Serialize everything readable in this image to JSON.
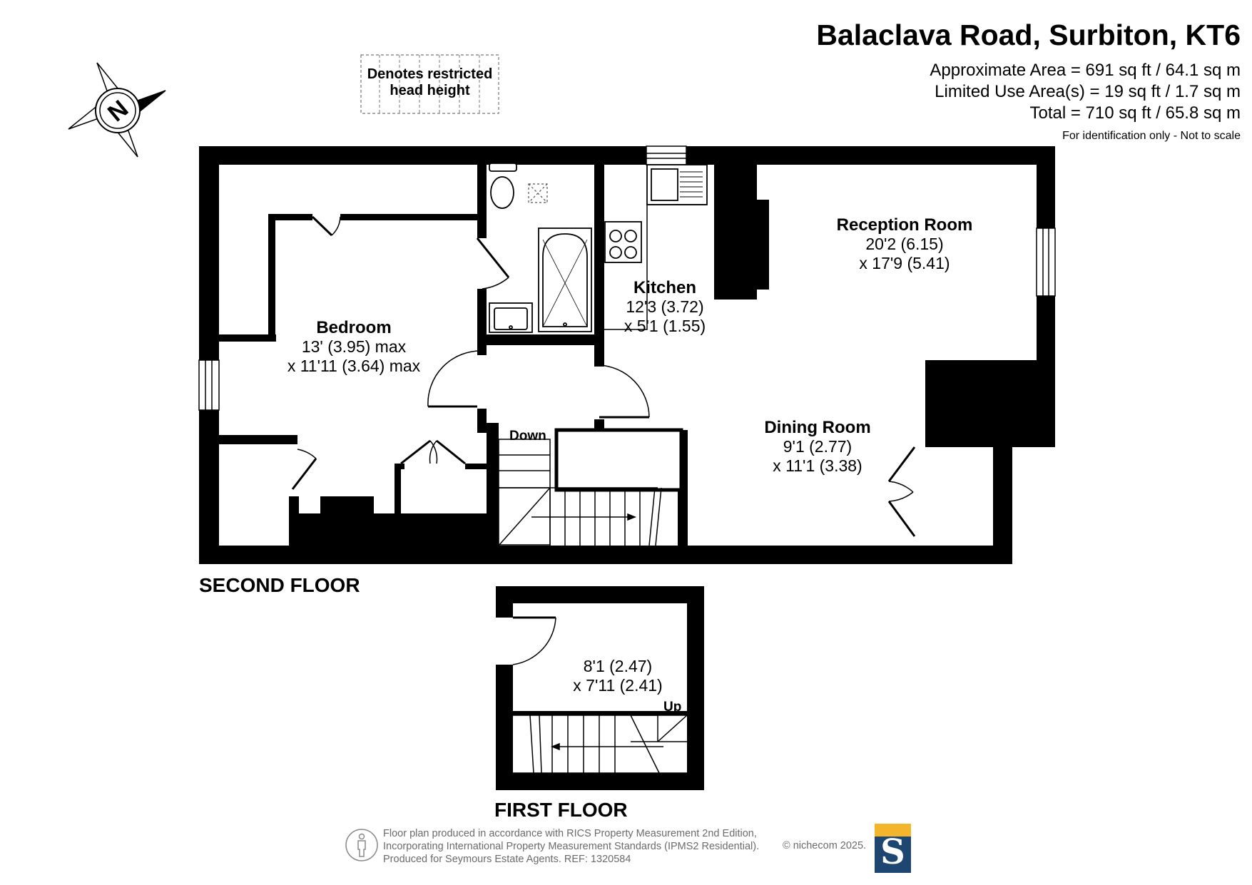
{
  "header": {
    "title": "Balaclava Road, Surbiton, KT6",
    "area_lines": [
      "Approximate Area = 691 sq ft / 64.1 sq m",
      "Limited Use Area(s) = 19 sq ft / 1.7 sq m",
      "Total = 710 sq ft / 65.8 sq m"
    ],
    "disclaimer": "For identification only - Not to scale"
  },
  "compass": {
    "letter": "N"
  },
  "restricted_key": {
    "line1": "Denotes restricted",
    "line2": "head height"
  },
  "rooms": {
    "bedroom": {
      "name": "Bedroom",
      "dim1": "13' (3.95) max",
      "dim2": "x 11'11 (3.64) max"
    },
    "kitchen": {
      "name": "Kitchen",
      "dim1": "12'3 (3.72)",
      "dim2": "x 5'1 (1.55)"
    },
    "reception": {
      "name": "Reception Room",
      "dim1": "20'2 (6.15)",
      "dim2": "x 17'9 (5.41)"
    },
    "dining": {
      "name": "Dining Room",
      "dim1": "9'1 (2.77)",
      "dim2": "x 11'1 (3.38)"
    },
    "first_floor_room": {
      "dim1": "8'1 (2.47)",
      "dim2": "x 7'11 (2.41)"
    }
  },
  "stairs": {
    "down": "Down",
    "up": "Up"
  },
  "floors": {
    "second": "SECOND FLOOR",
    "first": "FIRST FLOOR"
  },
  "footer": {
    "line1": "Floor plan produced in accordance with RICS Property Measurement 2nd Edition,",
    "line2": "Incorporating International Property Measurement Standards (IPMS2 Residential).",
    "line3": "Produced for Seymours Estate Agents.   REF: 1320584",
    "copyright": "© nichecom 2025.",
    "logo_letter": "S",
    "logo_colors": {
      "top": "#f2b52b",
      "bottom": "#1d4670"
    }
  }
}
